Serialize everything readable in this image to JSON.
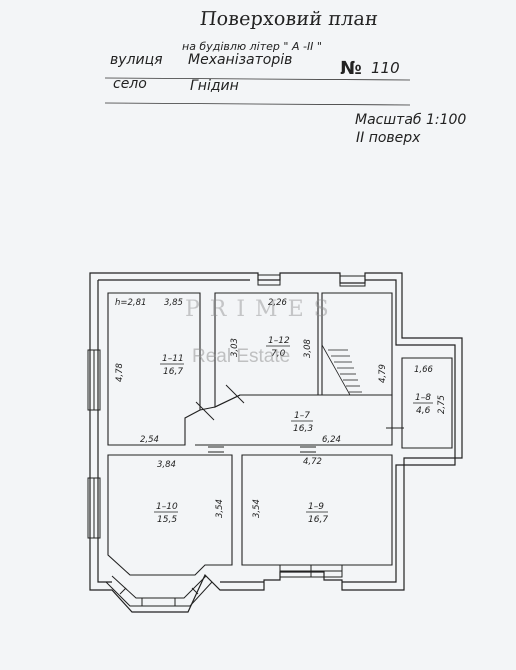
{
  "document": {
    "title": "Поверховий план",
    "subtitle": "на будівлю літер \" А -ІІ \"",
    "street_label": "вулиця",
    "street_value": "Механізаторів",
    "number_label": "№",
    "number_value": "110",
    "village_label": "село",
    "village_value": "Гнідин",
    "scale": "Масштаб 1:100",
    "floor": "ІІ поверх"
  },
  "watermark": {
    "brand": "PRIMES",
    "tagline": "Real Estate"
  },
  "plan": {
    "height": "h=2,81",
    "dimensions": {
      "d_385": "3,85",
      "d_478": "4,78",
      "d_254": "2,54",
      "d_303": "3,03",
      "d_226": "2,26",
      "d_308": "3,08",
      "d_479": "4,79",
      "d_166": "1,66",
      "d_275": "2,75",
      "d_624": "6,24",
      "d_384": "3,84",
      "d_354_left": "3,54",
      "d_354_right": "3,54",
      "d_472": "4,72"
    },
    "rooms": {
      "r_1_11_id": "1–11",
      "r_1_11_area": "16,7",
      "r_1_12_id": "1–12",
      "r_1_12_area": "7,0",
      "r_1_7_id": "1–7",
      "r_1_7_area": "16,3",
      "r_1_8_id": "1–8",
      "r_1_8_area": "4,6",
      "r_1_10_id": "1–10",
      "r_1_10_area": "15,5",
      "r_1_9_id": "1–9",
      "r_1_9_area": "16,7"
    }
  }
}
